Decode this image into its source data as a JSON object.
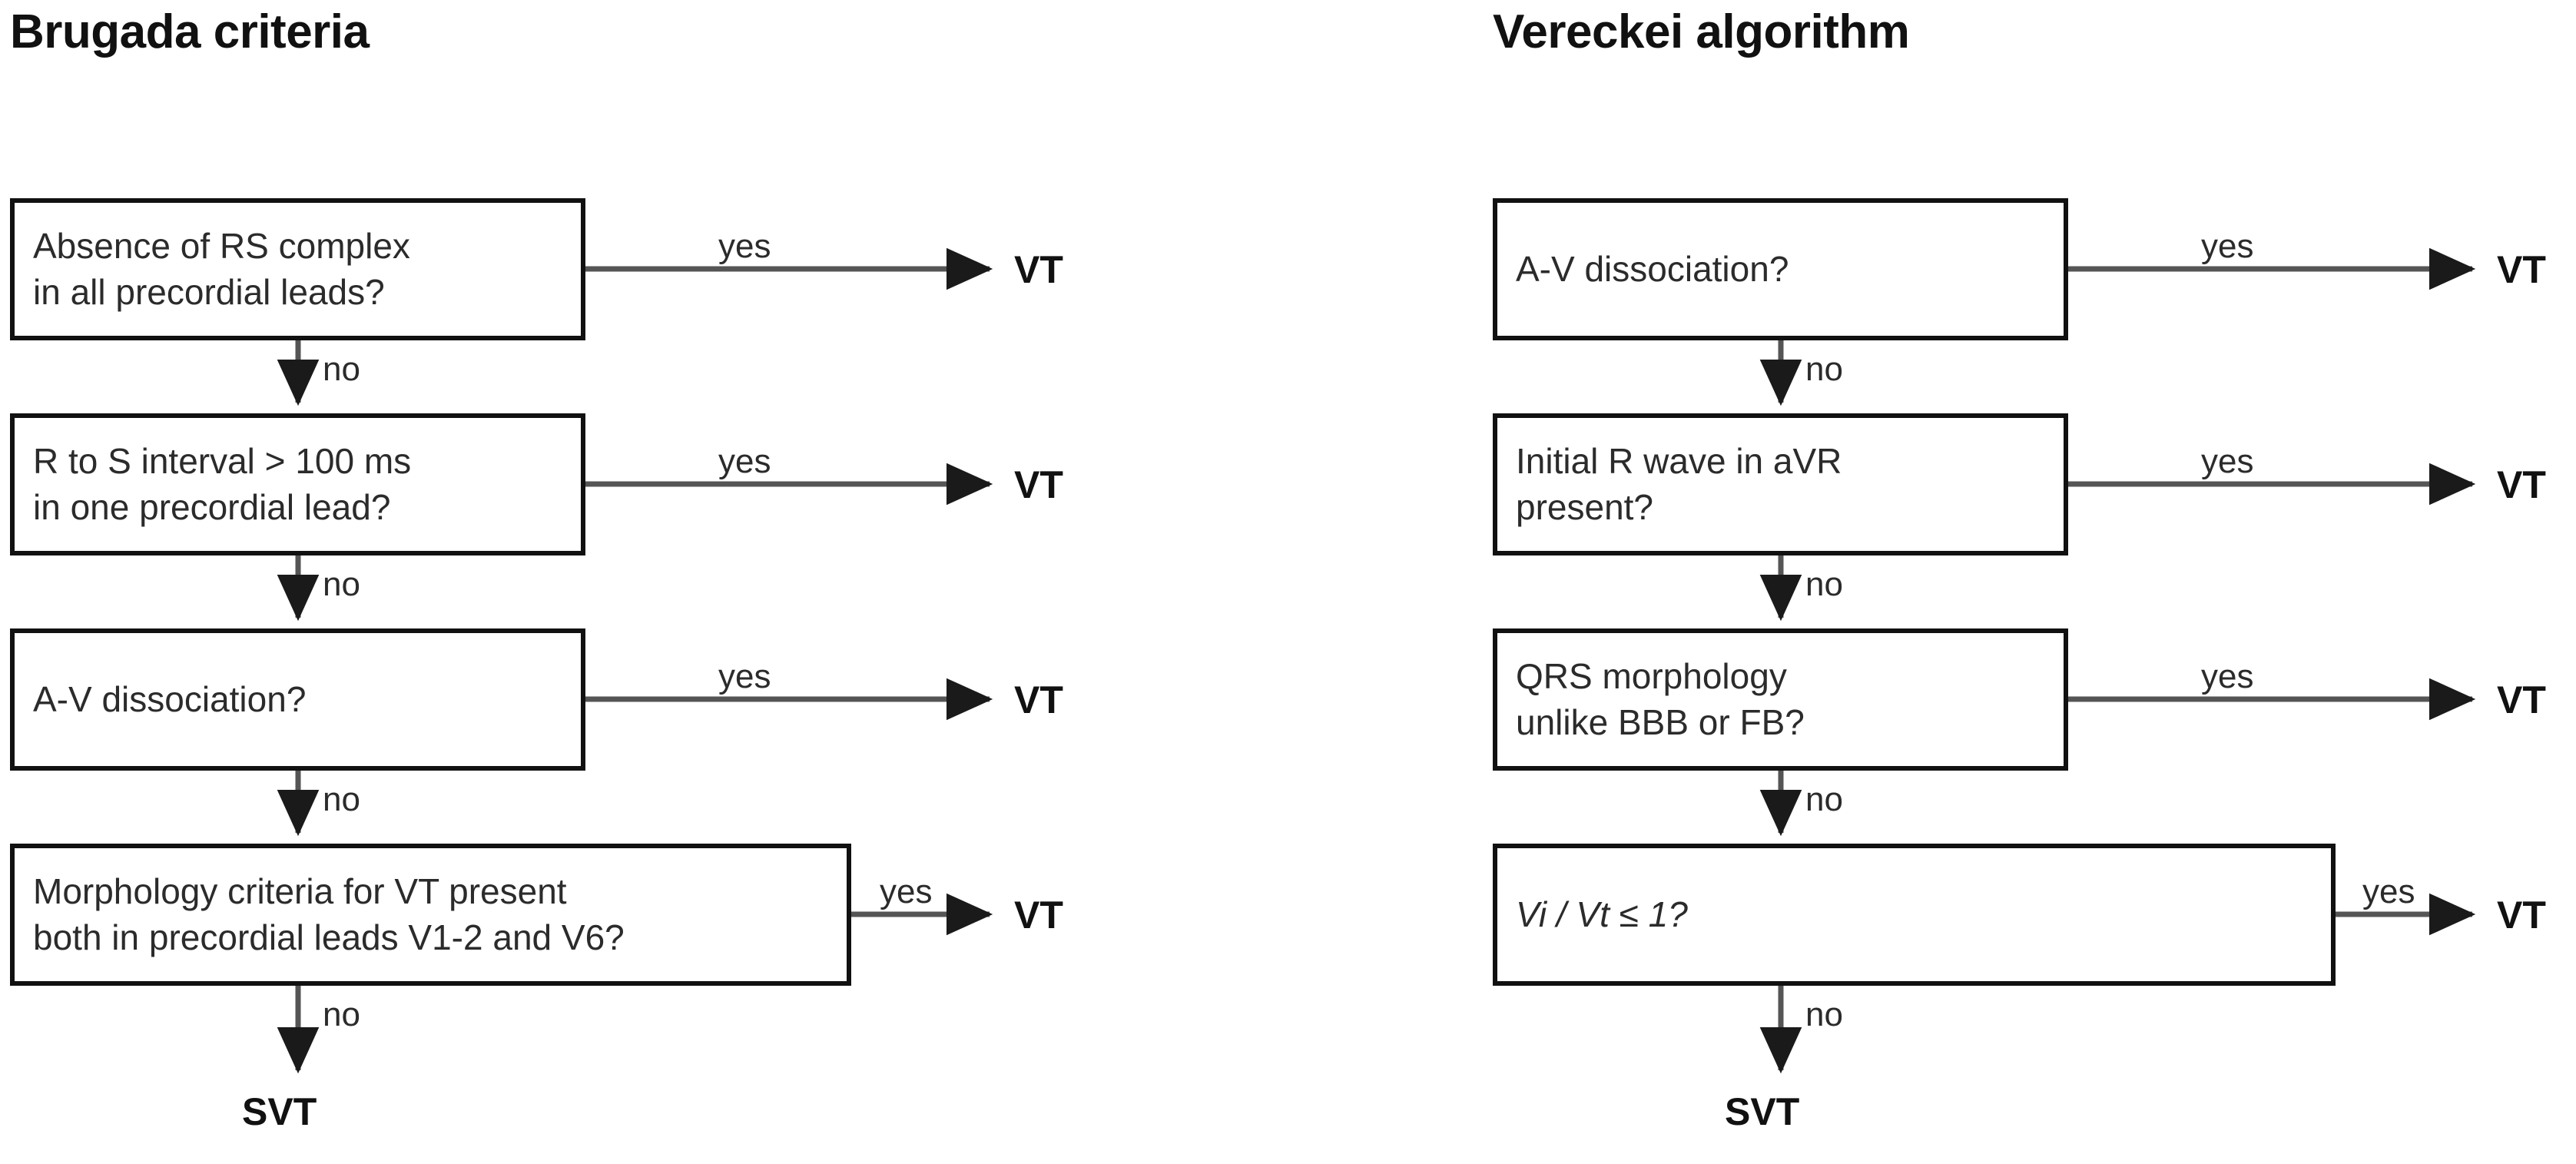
{
  "figure": {
    "type": "decision-flowchart",
    "background_color": "#ffffff",
    "line_color": "#4a4a4a",
    "box_border_color": "#111111",
    "text_color": "#2b2b2b"
  },
  "panels": [
    {
      "id": "brugada",
      "title": "Brugada criteria",
      "nodes": [
        {
          "id": "bru-1",
          "text": "Absence of RS complex\nin all precordial leads?"
        },
        {
          "id": "bru-2",
          "text": "R to S interval > 100 ms\nin one precordial lead?"
        },
        {
          "id": "bru-3",
          "text": "A-V dissociation?"
        },
        {
          "id": "bru-4",
          "text": "Morphology criteria for VT present\nboth in precordial leads V1-2 and V6?"
        }
      ],
      "yes_labels": [
        "yes",
        "yes",
        "yes",
        "yes"
      ],
      "no_labels": [
        "no",
        "no",
        "no",
        "no"
      ],
      "yes_outcomes": [
        "VT",
        "VT",
        "VT",
        "VT"
      ],
      "final_outcome": "SVT"
    },
    {
      "id": "vereckei",
      "title": "Vereckei algorithm",
      "nodes": [
        {
          "id": "ver-1",
          "text": "A-V dissociation?"
        },
        {
          "id": "ver-2",
          "text": "Initial R wave in aVR\npresent?"
        },
        {
          "id": "ver-3",
          "text": "QRS morphology\nunlike BBB or FB?"
        },
        {
          "id": "ver-4",
          "text": "Vi / Vt ≤ 1?",
          "italic": true
        }
      ],
      "yes_labels": [
        "yes",
        "yes",
        "yes",
        "yes"
      ],
      "no_labels": [
        "no",
        "no",
        "no",
        "no"
      ],
      "yes_outcomes": [
        "VT",
        "VT",
        "VT",
        "VT"
      ],
      "final_outcome": "SVT"
    }
  ]
}
